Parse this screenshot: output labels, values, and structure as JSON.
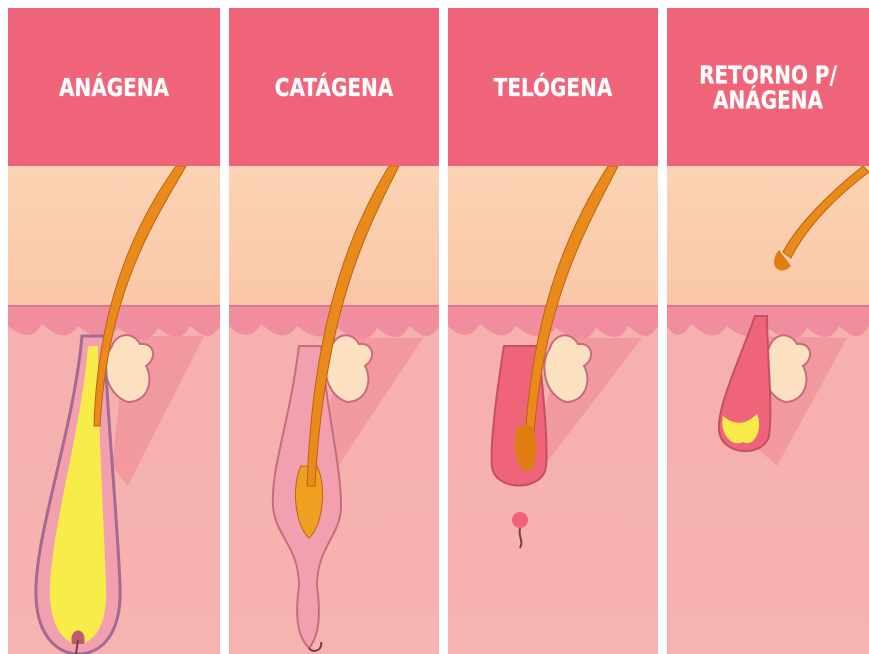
{
  "figure": {
    "stages": [
      {
        "id": "anagena",
        "label": "ANÁGENA",
        "icon": "anagen-phase-illustration"
      },
      {
        "id": "catagena",
        "label": "CATÁGENA",
        "icon": "catagen-phase-illustration"
      },
      {
        "id": "telogena",
        "label": "TELÓGENA",
        "icon": "telogen-phase-illustration"
      },
      {
        "id": "retorno",
        "label": "RETORNO P/\nANÁGENA",
        "icon": "return-to-anagen-illustration"
      }
    ]
  },
  "colors": {
    "header": "#f06479",
    "skin_upper": "#f9c9a8",
    "skin_lower": "#f7b4ae",
    "epidermis": "#f08ea0",
    "hair": "#e98a1a",
    "bulb_yellow": "#f7ec4a",
    "follicle_pink": "#f08aa0"
  }
}
